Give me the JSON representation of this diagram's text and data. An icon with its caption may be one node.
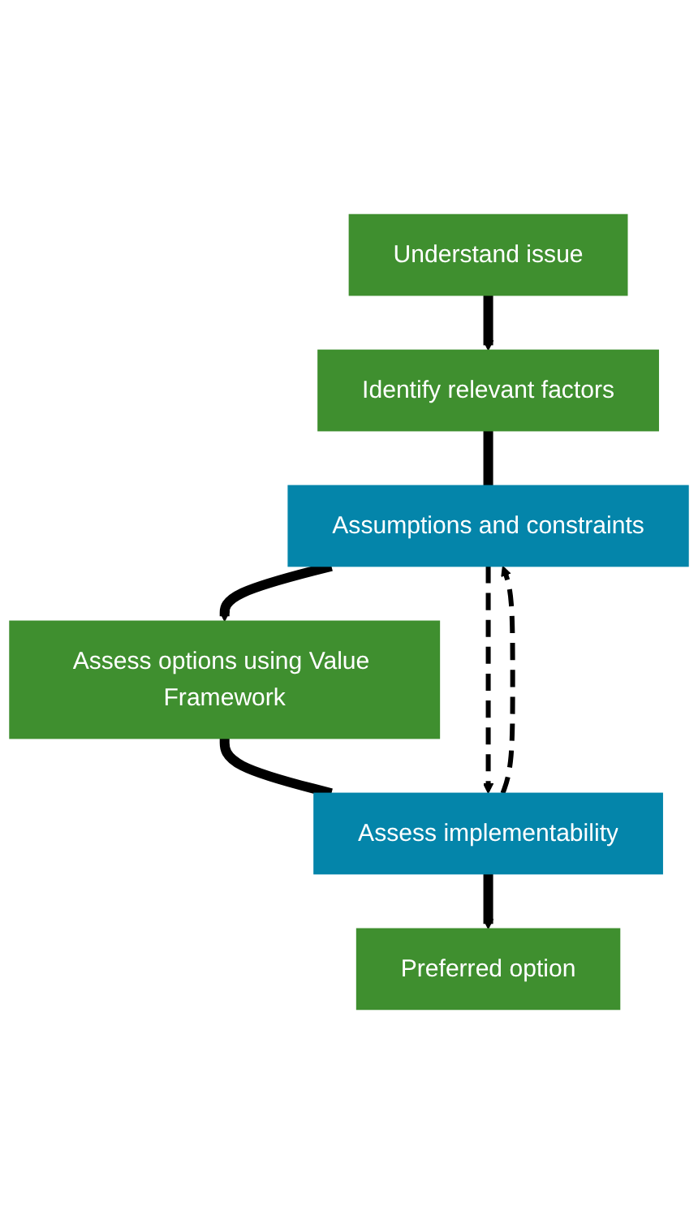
{
  "diagram": {
    "nodes": [
      {
        "text": [
          "Understand issue"
        ]
      },
      {
        "text": [
          "Identify relevant factors"
        ]
      },
      {
        "text": [
          "Assumptions and constraints"
        ]
      },
      {
        "text": [
          "Assess options using Value Framework"
        ]
      },
      {
        "text": [
          "Assess implementability"
        ]
      },
      {
        "text": [
          "Preferred option"
        ]
      }
    ],
    "edges": [
      {
        "from": 0,
        "to": 1,
        "arrow": "to"
      },
      {
        "from": 1,
        "to": 2,
        "arrow": "none"
      },
      {
        "from": 2,
        "to": 3,
        "arrow": "to"
      },
      {
        "from": 3,
        "to": 4,
        "arrow": "none"
      },
      {
        "from": 4,
        "to": 5,
        "arrow": "to"
      },
      {
        "from": 4,
        "to": 2,
        "arrow": "to",
        "style": "dashed"
      },
      {
        "from": 2,
        "to": 4,
        "arrow": "to",
        "style": "dashed"
      }
    ]
  }
}
